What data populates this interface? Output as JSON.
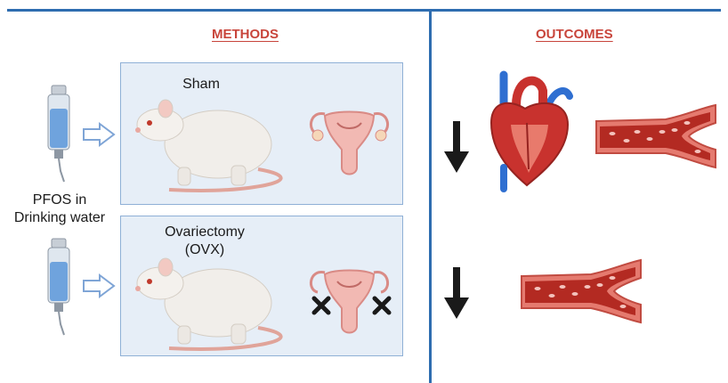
{
  "methods": {
    "heading": "METHODS",
    "side_label_line1": "PFOS in",
    "side_label_line2": "Drinking water",
    "groups": [
      {
        "label_line1": "Sham",
        "label_line2": ""
      },
      {
        "label_line1": "Ovariectomy",
        "label_line2": "(OVX)"
      }
    ]
  },
  "outcomes": {
    "heading": "OUTCOMES"
  },
  "icons": [
    "water-bottle-icon",
    "hollow-arrow-icon",
    "rat-icon",
    "uterus-icon",
    "x-mark-icon",
    "down-arrow-icon",
    "heart-icon",
    "blood-vessel-icon"
  ],
  "colors": {
    "accent_blue": "#2e6db0",
    "heading_red": "#c8453b",
    "panel_fill": "#e6eef7"
  }
}
